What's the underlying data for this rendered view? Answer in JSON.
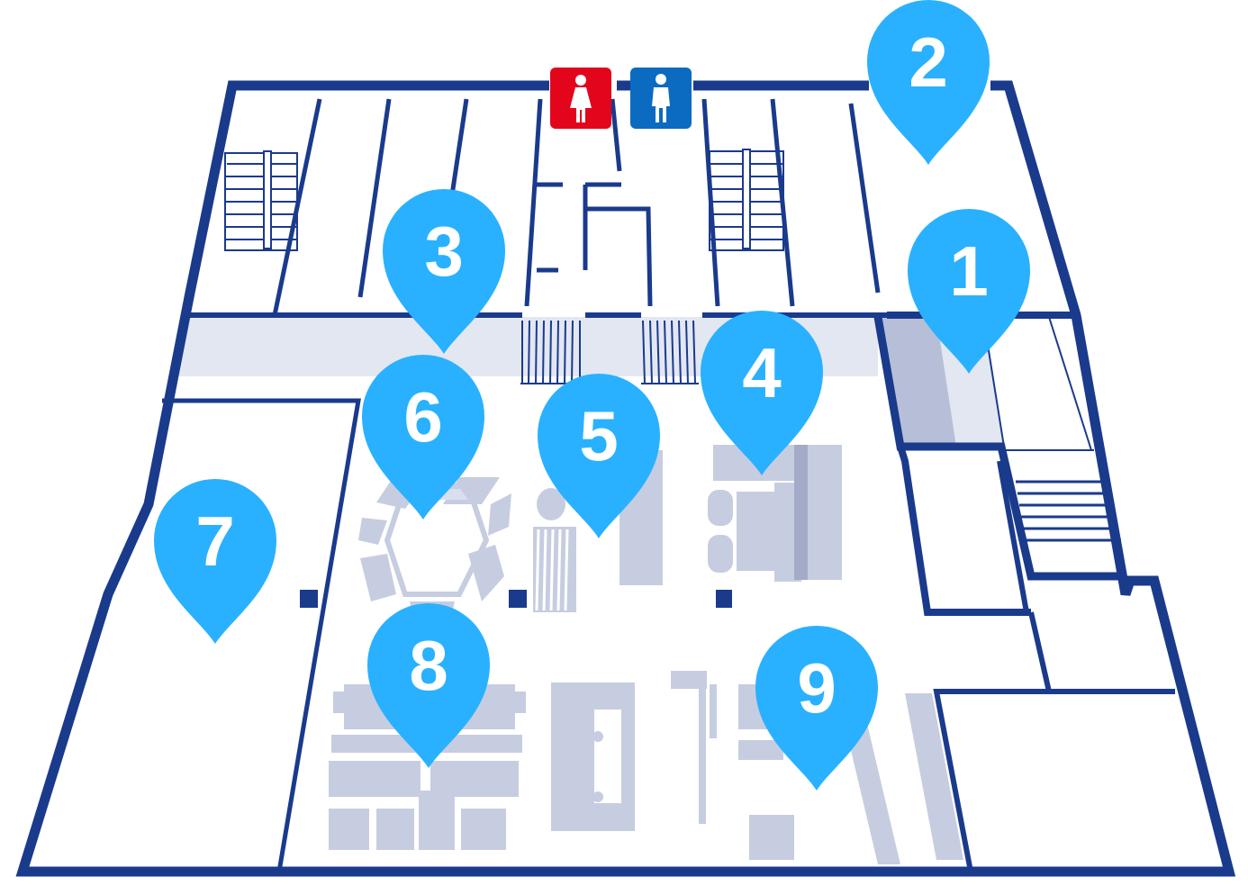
{
  "colors": {
    "wall": "#1a3a8c",
    "corridor": "#e3e7f2",
    "corridor_dark": "#b7bfd8",
    "furniture": "#c7cde0",
    "furniture_dark": "#a3abc8",
    "marker": "#29b1ff",
    "restroom_women": "#e3051b",
    "restroom_men": "#0a6bc1"
  },
  "restrooms": [
    {
      "name": "women",
      "icon": "female-restroom-icon"
    },
    {
      "name": "men",
      "icon": "male-restroom-icon"
    }
  ],
  "markers": [
    {
      "label": "1"
    },
    {
      "label": "2"
    },
    {
      "label": "3"
    },
    {
      "label": "4"
    },
    {
      "label": "5"
    },
    {
      "label": "6"
    },
    {
      "label": "7"
    },
    {
      "label": "8"
    },
    {
      "label": "9"
    }
  ]
}
